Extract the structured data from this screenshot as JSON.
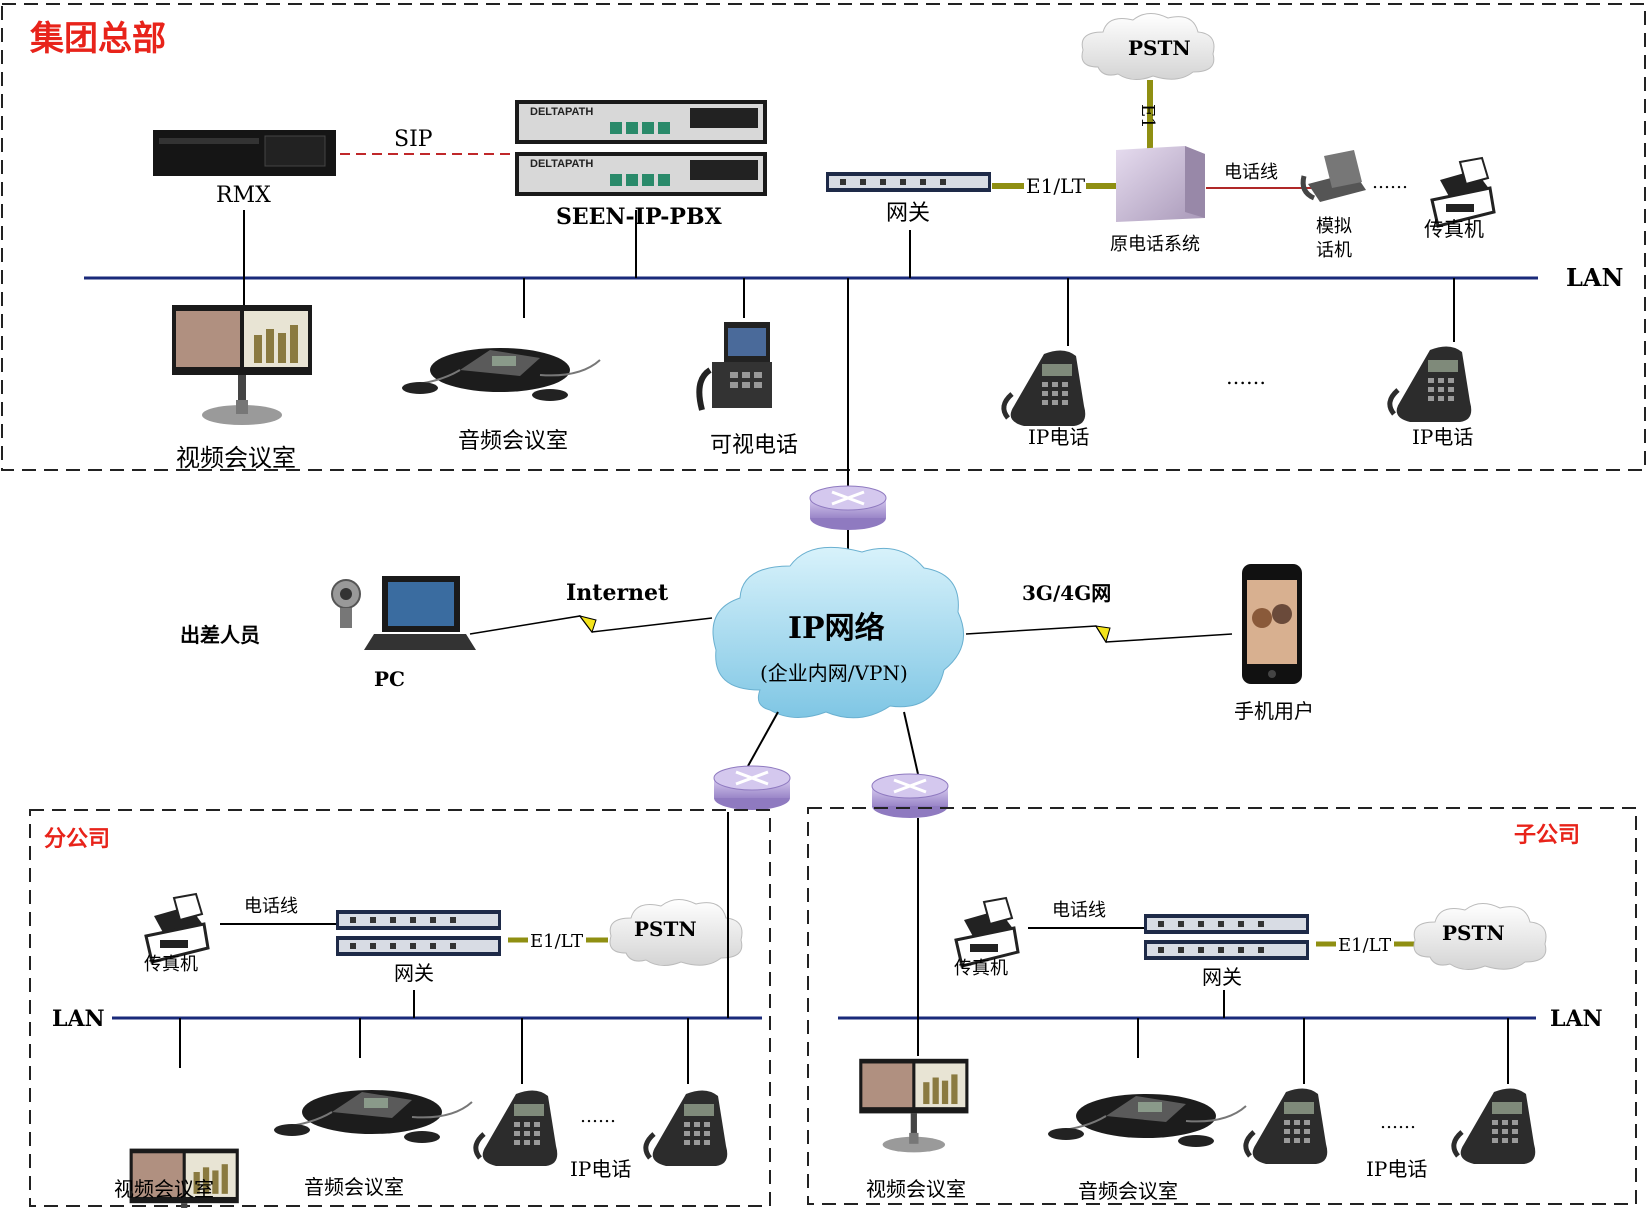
{
  "hq": {
    "title": "集团总部",
    "rmx": "RMX",
    "sip": "SIP",
    "pbx": "SEEN-IP-PBX",
    "pbx_brand": "DELTAPATH",
    "pstn": "PSTN",
    "e1": "E1",
    "gateway": "网关",
    "e1lt": "E1/LT",
    "old_phone_system": "原电话系统",
    "phone_line": "电话线",
    "analog_phone_1": "模拟",
    "analog_phone_2": "话机",
    "ellipsis_dots": "……",
    "fax": "传真机",
    "lan": "LAN",
    "video_room": "视频会议室",
    "audio_room": "音频会议室",
    "video_phone": "可视电话",
    "ip_phone_1": "IP电话",
    "ellipsis": "……",
    "ip_phone_2": "IP电话"
  },
  "wan": {
    "traveler": "出差人员",
    "pc": "PC",
    "internet": "Internet",
    "cloud_title": "IP网络",
    "cloud_sub": "(企业内网/VPN)",
    "mobile_net": "3G/4G网",
    "mobile_user": "手机用户"
  },
  "branch": {
    "title": "分公司",
    "fax": "传真机",
    "phone_line": "电话线",
    "e1lt": "E1/LT",
    "pstn": "PSTN",
    "gateway": "网关",
    "lan": "LAN",
    "video_room": "视频会议室",
    "audio_room": "音频会议室",
    "ellipsis": "……",
    "ip_phone": "IP电话"
  },
  "subsidiary": {
    "title": "子公司",
    "fax": "传真机",
    "phone_line": "电话线",
    "e1lt": "E1/LT",
    "pstn": "PSTN",
    "gateway": "网关",
    "lan": "LAN",
    "video_room": "视频会议室",
    "audio_room": "音频会议室",
    "ellipsis": "……",
    "ip_phone": "IP电话"
  },
  "colors": {
    "title_red": "#e8231a",
    "lan_blue": "#1a2a7a",
    "e1_olive": "#8f8f12",
    "sip_red": "#c0282a",
    "cloud_blue": "#a8dcef",
    "router_purple": "#b8a8dc"
  }
}
